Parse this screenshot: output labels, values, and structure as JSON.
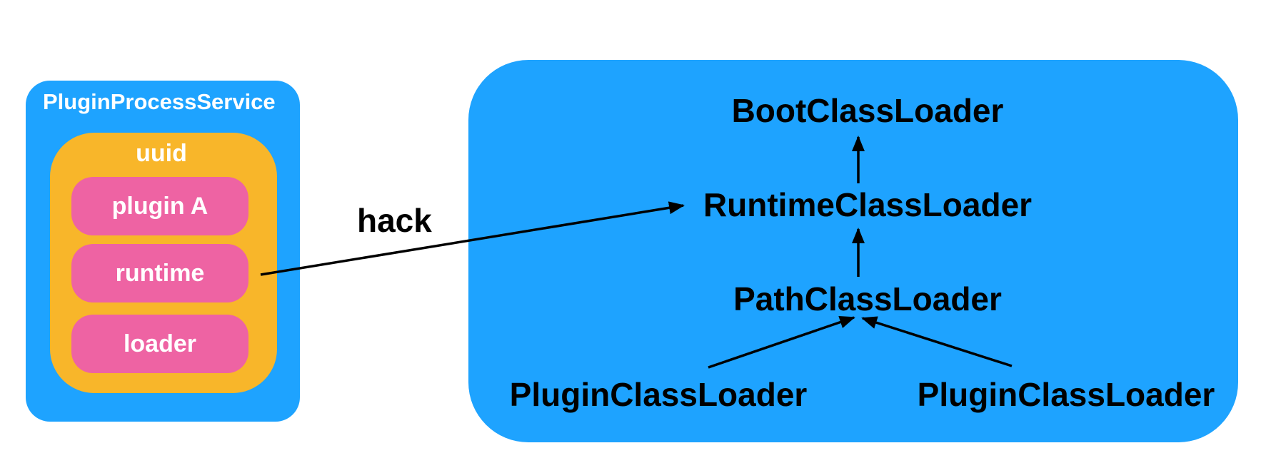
{
  "process_service": {
    "title": "PluginProcessService",
    "uuid": {
      "label": "uuid",
      "items": [
        "plugin A",
        "runtime",
        "loader"
      ]
    }
  },
  "link": {
    "label": "hack"
  },
  "loader_tree": {
    "boot": "BootClassLoader",
    "runtime": "RuntimeClassLoader",
    "path": "PathClassLoader",
    "plugins": [
      "PluginClassLoader",
      "PluginClassLoader"
    ]
  },
  "colors": {
    "container_blue": "#1ea3ff",
    "uuid_yellow": "#f8b62a",
    "item_pink": "#ee63a3",
    "arrow": "#000000"
  }
}
